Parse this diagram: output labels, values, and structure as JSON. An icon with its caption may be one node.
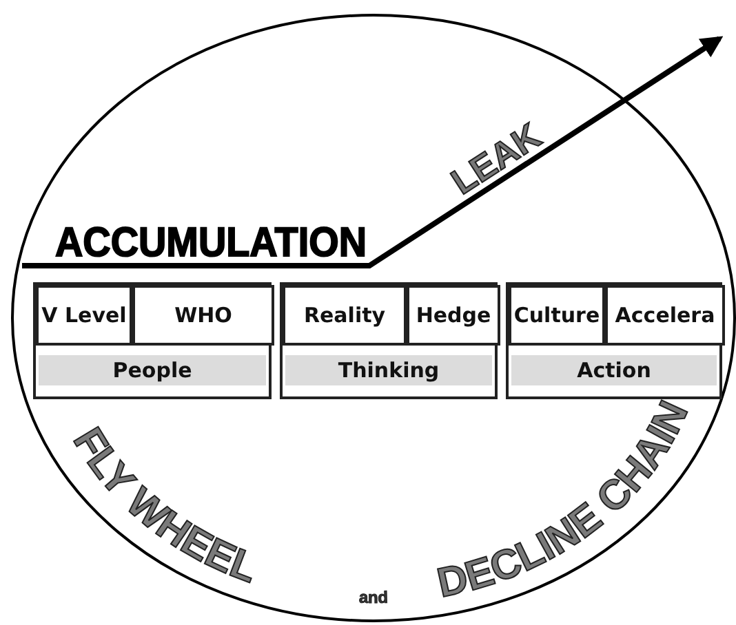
{
  "diagram": {
    "nodes": [
      {
        "text": [
          "FLY WHEEL",
          "and",
          "DECLINE CHAIN"
        ]
      },
      {
        "text": [
          "People"
        ],
        "in": 0
      },
      {
        "text": [
          "V Level"
        ],
        "in": 1
      },
      {
        "text": [
          "WHO"
        ],
        "in": 1
      },
      {
        "text": [
          "Thinking"
        ],
        "in": 0
      },
      {
        "text": [
          "Reality"
        ],
        "in": 4
      },
      {
        "text": [
          "Hedge"
        ],
        "in": 4
      },
      {
        "text": [
          "Action"
        ],
        "in": 0
      },
      {
        "text": [
          "Culture"
        ],
        "in": 7
      },
      {
        "text": [
          "Accelera"
        ],
        "in": 7
      }
    ],
    "labels": [
      "ACCUMULATION",
      "LEAK"
    ]
  }
}
